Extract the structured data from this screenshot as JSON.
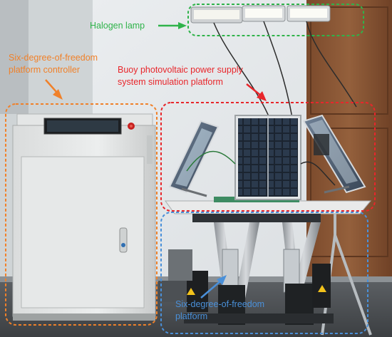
{
  "annotations": {
    "halogen_lamp": {
      "text": "Halogen lamp",
      "color": "#2fb34a"
    },
    "controller": {
      "line1": "Six-degree-of-freedom",
      "line2": "platform controller",
      "color": "#f0812a"
    },
    "buoy_platform": {
      "line1": "Buoy photovoltaic power supply",
      "line2": "system simulation platform",
      "color": "#e8262b"
    },
    "six_dof_platform": {
      "line1": "Six-degree-of-freedom",
      "line2": "platform",
      "color": "#4a90d9"
    }
  }
}
